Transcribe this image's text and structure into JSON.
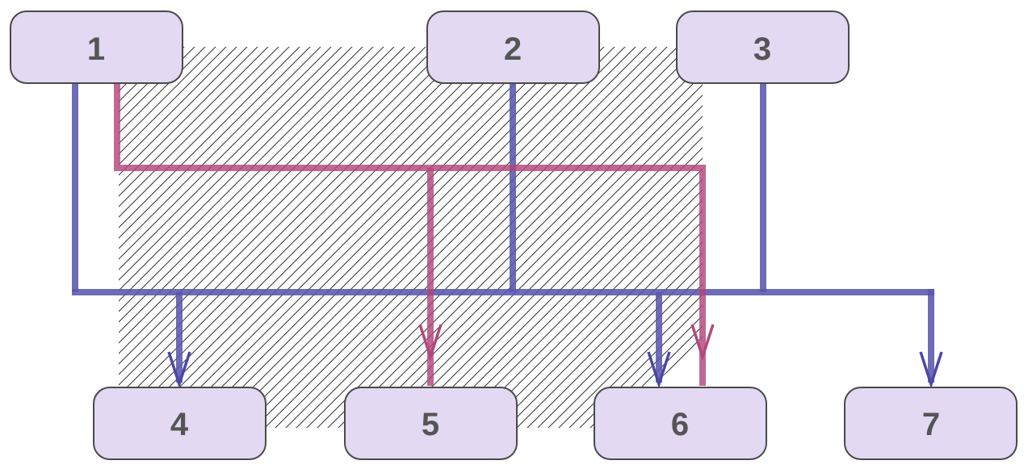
{
  "nodes": [
    {
      "id": "1",
      "label": "1"
    },
    {
      "id": "2",
      "label": "2"
    },
    {
      "id": "3",
      "label": "3"
    },
    {
      "id": "4",
      "label": "4"
    },
    {
      "id": "5",
      "label": "5"
    },
    {
      "id": "6",
      "label": "6"
    },
    {
      "id": "7",
      "label": "7"
    }
  ],
  "connections": [
    {
      "color": "blue",
      "from": [
        "1",
        "2",
        "3"
      ],
      "to": [
        "4",
        "6",
        "7"
      ]
    },
    {
      "color": "pink",
      "from": [
        "1"
      ],
      "to": [
        "5",
        "6"
      ]
    }
  ],
  "colors": {
    "node_fill": "#e3d9f2",
    "node_stroke": "#4a4a4a",
    "label": "#555555",
    "blue_line": "#5a57ad",
    "pink_line": "#b3477a",
    "hatch": "#333333"
  }
}
